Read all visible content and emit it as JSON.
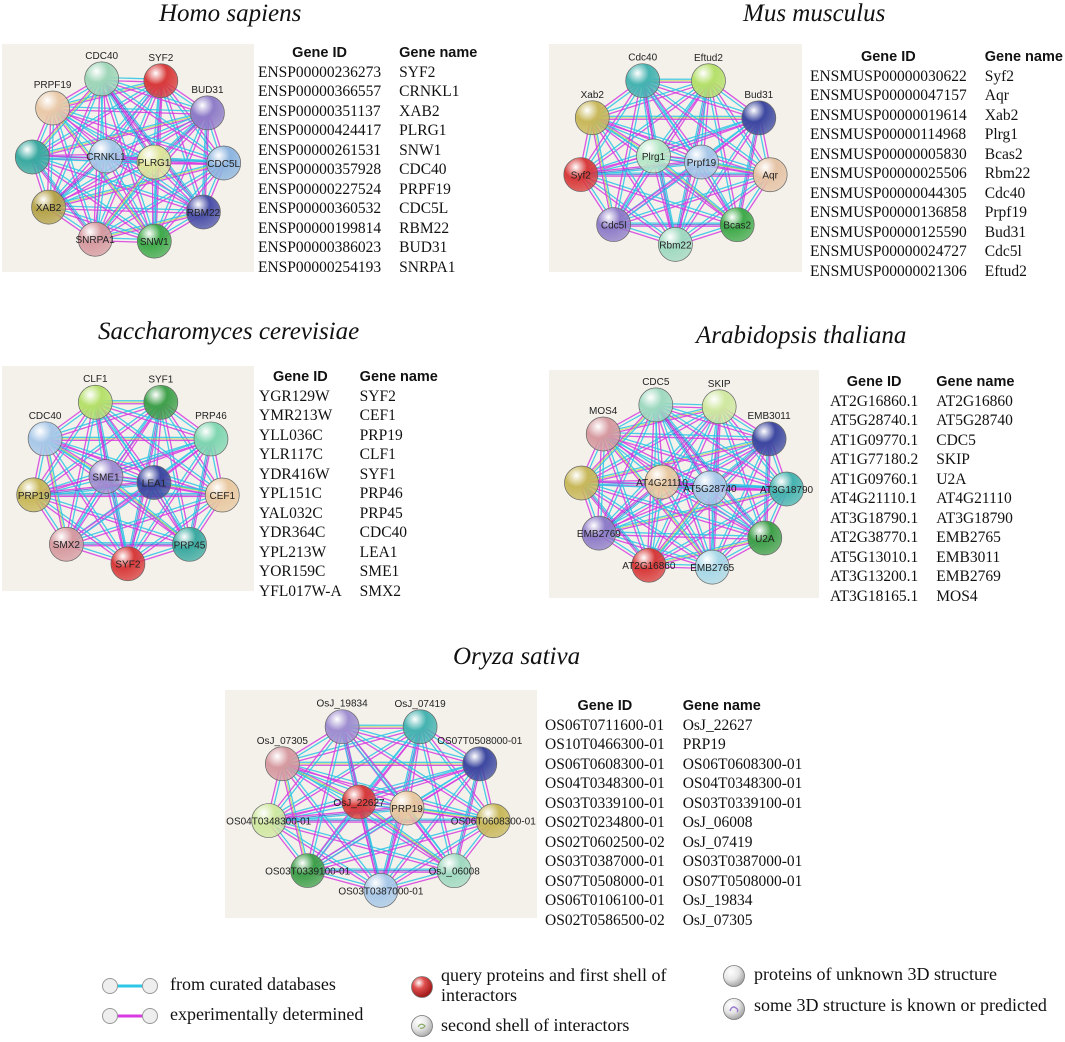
{
  "legend": {
    "curated": "from curated databases",
    "experimental": "experimentally determined",
    "query": "query proteins and first shell of interactors",
    "second_shell": "second shell of interactors",
    "unknown_3d": "proteins of unknown 3D structure",
    "known_3d": "some 3D structure is known or predicted",
    "colors": {
      "curated": "#2cc6e6",
      "experimental": "#d73ae0",
      "panel": "#f3f1ea"
    }
  },
  "headers": {
    "gene_id": "Gene ID",
    "gene_name": "Gene name"
  },
  "panels": [
    {
      "species": "Homo sapiens",
      "rows": [
        [
          "ENSP00000236273",
          "SYF2"
        ],
        [
          "ENSP00000366557",
          "CRNKL1"
        ],
        [
          "ENSP00000351137",
          "XAB2"
        ],
        [
          "ENSP00000424417",
          "PLRG1"
        ],
        [
          "ENSP00000261531",
          "SNW1"
        ],
        [
          "ENSP00000357928",
          "CDC40"
        ],
        [
          "ENSP00000227524",
          "PRPF19"
        ],
        [
          "ENSP00000360532",
          "CDC5L"
        ],
        [
          "ENSP00000199814",
          "RBM22"
        ],
        [
          "ENSP00000386023",
          "BUD31"
        ],
        [
          "ENSP00000254193",
          "SNRPA1"
        ]
      ],
      "nodes": [
        {
          "label": "SYF2",
          "color": "#d83a3a"
        },
        {
          "label": "BUD31",
          "color": "#8e7cc8"
        },
        {
          "label": "CDC5L",
          "color": "#8db5df"
        },
        {
          "label": "RBM22",
          "color": "#4a4fa8"
        },
        {
          "label": "SNW1",
          "color": "#3faa4a"
        },
        {
          "label": "SNRPA1",
          "color": "#d69aa0"
        },
        {
          "label": "XAB2",
          "color": "#b5a34a"
        },
        {
          "label": "",
          "color": "#3aa9a0"
        },
        {
          "label": "PRPF19",
          "color": "#e9c9a8"
        },
        {
          "label": "CDC40",
          "color": "#9fd6b8"
        },
        {
          "label": "CRNKL1",
          "color": "#a8c8e8"
        },
        {
          "label": "PLRG1",
          "color": "#dfe59a"
        }
      ]
    },
    {
      "species": "Mus musculus",
      "rows": [
        [
          "ENSMUSP00000030622",
          "Syf2"
        ],
        [
          "ENSMUSP00000047157",
          "Aqr"
        ],
        [
          "ENSMUSP00000019614",
          "Xab2"
        ],
        [
          "ENSMUSP00000114968",
          "Plrg1"
        ],
        [
          "ENSMUSP00000005830",
          "Bcas2"
        ],
        [
          "ENSMUSP00000025506",
          "Rbm22"
        ],
        [
          "ENSMUSP00000044305",
          "Cdc40"
        ],
        [
          "ENSMUSP00000136858",
          "Prpf19"
        ],
        [
          "ENSMUSP00000125590",
          "Bud31"
        ],
        [
          "ENSMUSP00000024727",
          "Cdc5l"
        ],
        [
          "ENSMUSP00000021306",
          "Eftud2"
        ]
      ],
      "nodes": [
        {
          "label": "Eftud2",
          "color": "#b5e06a"
        },
        {
          "label": "Bud31",
          "color": "#3d48a0"
        },
        {
          "label": "Aqr",
          "color": "#e5c3a5"
        },
        {
          "label": "Bcas2",
          "color": "#3faa4a"
        },
        {
          "label": "Rbm22",
          "color": "#9fd9c0"
        },
        {
          "label": "Cdc5l",
          "color": "#8e7cc8"
        },
        {
          "label": "Syf2",
          "color": "#d83a3a"
        },
        {
          "label": "Xab2",
          "color": "#c8b85a"
        },
        {
          "label": "Cdc40",
          "color": "#45b3b0"
        },
        {
          "label": "Plrg1",
          "color": "#b8e8c8"
        },
        {
          "label": "Prpf19",
          "color": "#a8c8e8"
        }
      ]
    },
    {
      "species": "Saccharomyces cerevisiae",
      "rows": [
        [
          "YGR129W",
          "SYF2"
        ],
        [
          "YMR213W",
          "CEF1"
        ],
        [
          "YLL036C",
          "PRP19"
        ],
        [
          "YLR117C",
          "CLF1"
        ],
        [
          "YDR416W",
          "SYF1"
        ],
        [
          "YPL151C",
          "PRP46"
        ],
        [
          "YAL032C",
          "PRP45"
        ],
        [
          "YDR364C",
          "CDC40"
        ],
        [
          "YPL213W",
          "LEA1"
        ],
        [
          "YOR159C",
          "SME1"
        ],
        [
          "YFL017W-A",
          "SMX2"
        ]
      ],
      "nodes": [
        {
          "label": "SYF1",
          "color": "#3fa04a"
        },
        {
          "label": "PRP46",
          "color": "#7fd6b0"
        },
        {
          "label": "CEF1",
          "color": "#e8c8a0"
        },
        {
          "label": "PRP45",
          "color": "#3aa9a0"
        },
        {
          "label": "SYF2",
          "color": "#d83a3a"
        },
        {
          "label": "SMX2",
          "color": "#d69aa0"
        },
        {
          "label": "PRP19",
          "color": "#c8b85a"
        },
        {
          "label": "CDC40",
          "color": "#a8c8e8"
        },
        {
          "label": "CLF1",
          "color": "#b5e06a"
        },
        {
          "label": "SME1",
          "color": "#9f8ed0"
        },
        {
          "label": "LEA1",
          "color": "#3d48a0"
        }
      ]
    },
    {
      "species": "Arabidopsis thaliana",
      "rows": [
        [
          "AT2G16860.1",
          "AT2G16860"
        ],
        [
          "AT5G28740.1",
          "AT5G28740"
        ],
        [
          "AT1G09770.1",
          "CDC5"
        ],
        [
          "AT1G77180.2",
          "SKIP"
        ],
        [
          "AT1G09760.1",
          "U2A"
        ],
        [
          "AT4G21110.1",
          "AT4G21110"
        ],
        [
          "AT3G18790.1",
          "AT3G18790"
        ],
        [
          "AT2G38770.1",
          "EMB2765"
        ],
        [
          "AT5G13010.1",
          "EMB3011"
        ],
        [
          "AT3G13200.1",
          "EMB2769"
        ],
        [
          "AT3G18165.1",
          "MOS4"
        ]
      ],
      "nodes": [
        {
          "label": "SKIP",
          "color": "#cfe8a0"
        },
        {
          "label": "EMB3011",
          "color": "#3d48a0"
        },
        {
          "label": "AT3G18790",
          "color": "#45b3b0"
        },
        {
          "label": "U2A",
          "color": "#3fa04a"
        },
        {
          "label": "EMB2765",
          "color": "#a8d8e8"
        },
        {
          "label": "AT2G16860",
          "color": "#d83a3a"
        },
        {
          "label": "EMB2769",
          "color": "#8e7cc8"
        },
        {
          "label": "",
          "color": "#c8b85a"
        },
        {
          "label": "MOS4",
          "color": "#d69aa0"
        },
        {
          "label": "CDC5",
          "color": "#9fd9c0"
        },
        {
          "label": "AT4G21110",
          "color": "#e8c8a0"
        },
        {
          "label": "AT5G28740",
          "color": "#a8c8e8"
        }
      ]
    },
    {
      "species": "Oryza sativa",
      "rows": [
        [
          "OS06T0711600-01",
          "OsJ_22627"
        ],
        [
          "OS10T0466300-01",
          "PRP19"
        ],
        [
          "OS06T0608300-01",
          "OS06T0608300-01"
        ],
        [
          "OS04T0348300-01",
          "OS04T0348300-01"
        ],
        [
          "OS03T0339100-01",
          "OS03T0339100-01"
        ],
        [
          "OS02T0234800-01",
          "OsJ_06008"
        ],
        [
          "OS02T0602500-02",
          "OsJ_07419"
        ],
        [
          "OS03T0387000-01",
          "OS03T0387000-01"
        ],
        [
          "OS07T0508000-01",
          "OS07T0508000-01"
        ],
        [
          "OS06T0106100-01",
          "OsJ_19834"
        ],
        [
          "OS02T0586500-02",
          "OsJ_07305"
        ]
      ],
      "nodes": [
        {
          "label": "OsJ_07419",
          "color": "#45b3b0"
        },
        {
          "label": "OS07T0508000-01",
          "color": "#3d48a0"
        },
        {
          "label": "OS06T0608300-01",
          "color": "#c8b85a"
        },
        {
          "label": "OsJ_06008",
          "color": "#9fd9c0"
        },
        {
          "label": "OS03T0387000-01",
          "color": "#a8c8e8"
        },
        {
          "label": "OS03T0339100-01",
          "color": "#3fa04a"
        },
        {
          "label": "OS04T0348300-01",
          "color": "#cfe8a0"
        },
        {
          "label": "OsJ_07305",
          "color": "#d69aa0"
        },
        {
          "label": "OsJ_19834",
          "color": "#9f8ed0"
        },
        {
          "label": "OsJ_22627",
          "color": "#d83a3a"
        },
        {
          "label": "PRP19",
          "color": "#e8c8a0"
        }
      ]
    }
  ]
}
